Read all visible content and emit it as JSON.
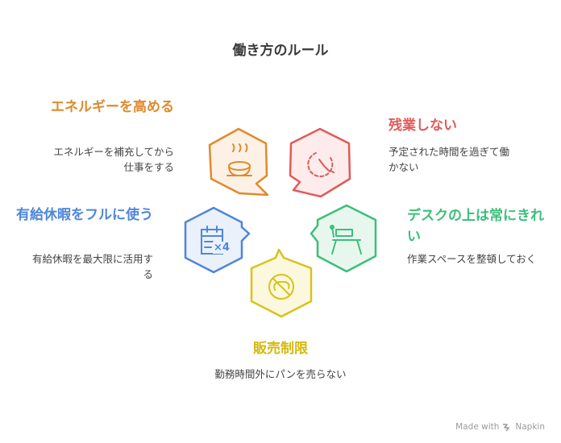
{
  "title": "働き方のルール",
  "items": [
    {
      "id": "energy",
      "label": "エネルギーを高める",
      "desc": "エネルギーを補充してから仕事をする",
      "color": "#e08a2c",
      "fill": "#fdf1e5",
      "icon": "coffee-cup-icon"
    },
    {
      "id": "overtime",
      "label": "残業しない",
      "desc": "予定された時間を過ぎて働かない",
      "color": "#e05a5a",
      "fill": "#fdeceb",
      "icon": "clock-icon"
    },
    {
      "id": "desk",
      "label": "デスクの上は常にきれい",
      "desc": "作業スペースを整頓しておく",
      "color": "#3bbf7a",
      "fill": "#e8f7ee",
      "icon": "desk-icon"
    },
    {
      "id": "sales",
      "label": "販売制限",
      "desc": "勤務時間外にパンを売らない",
      "color": "#d9c21c",
      "fill": "#fbf8de",
      "icon": "no-bread-icon"
    },
    {
      "id": "leave",
      "label": "有給休暇をフルに使う",
      "desc": "有給休暇を最大限に活用する",
      "color": "#4f86d9",
      "fill": "#eaf1fb",
      "icon": "calendar-icon",
      "badge": "×4"
    }
  ],
  "watermark": {
    "prefix": "Made with",
    "brand": "Napkin"
  }
}
